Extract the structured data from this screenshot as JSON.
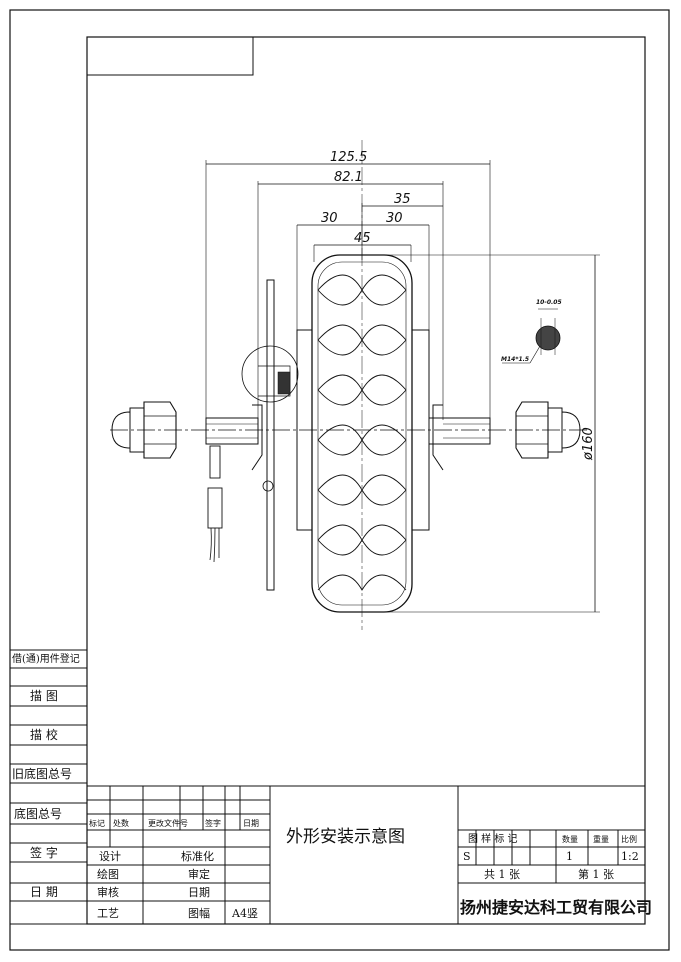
{
  "left_column": {
    "labels": [
      "借(通)用件登记",
      "描 图",
      "描 校",
      "旧底图总号",
      "底图总号",
      "签 字",
      "日 期"
    ]
  },
  "title_block": {
    "drawing_title": "外形安装示意图",
    "headers": [
      "标记",
      "处数",
      "更改文件号",
      "签字",
      "日期"
    ],
    "row_labels": [
      "设计",
      "绘图",
      "审核",
      "工艺"
    ],
    "mid_labels": [
      "标准化",
      "审定",
      "日期",
      "图幅"
    ],
    "sheet_size": "A4竖",
    "right_headers": [
      "图 样 标 记",
      "数量",
      "重量",
      "比例"
    ],
    "mark": "S",
    "quantity": "1",
    "scale": "1:2",
    "total_sheets": "共 1 张",
    "sheet_no": "第 1 张",
    "company": "扬州捷安达科工贸有限公司"
  },
  "dimensions": {
    "overall_width": "125.5",
    "axle_span": "82.1",
    "right_offset": "35",
    "left_half": "30",
    "right_half": "30",
    "tire_width": "45",
    "diameter": "ø160",
    "flat_tolerance": "10-0.05",
    "thread": "M14*1.5"
  }
}
